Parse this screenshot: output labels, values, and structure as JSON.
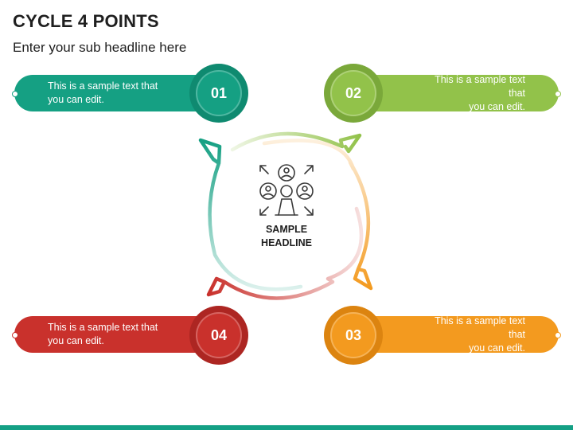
{
  "title": "CYCLE 4 POINTS",
  "subtitle": "Enter your sub headline here",
  "center": {
    "line1": "SAMPLE",
    "line2": "HEADLINE",
    "icon": "people-network-icon"
  },
  "points": [
    {
      "number": "01",
      "line1": "This is a sample text that",
      "line2": "you can edit.",
      "color": "#15a083",
      "dark": "#0f8a70"
    },
    {
      "number": "02",
      "line1": "This is a sample text that",
      "line2": "you can edit.",
      "color": "#92c24a",
      "dark": "#7aa83a"
    },
    {
      "number": "03",
      "line1": "This is a sample text that",
      "line2": "you can edit.",
      "color": "#f39a1f",
      "dark": "#dc8410"
    },
    {
      "number": "04",
      "line1": "This is a sample text that",
      "line2": "you can edit.",
      "color": "#c9312c",
      "dark": "#ad2622"
    }
  ]
}
